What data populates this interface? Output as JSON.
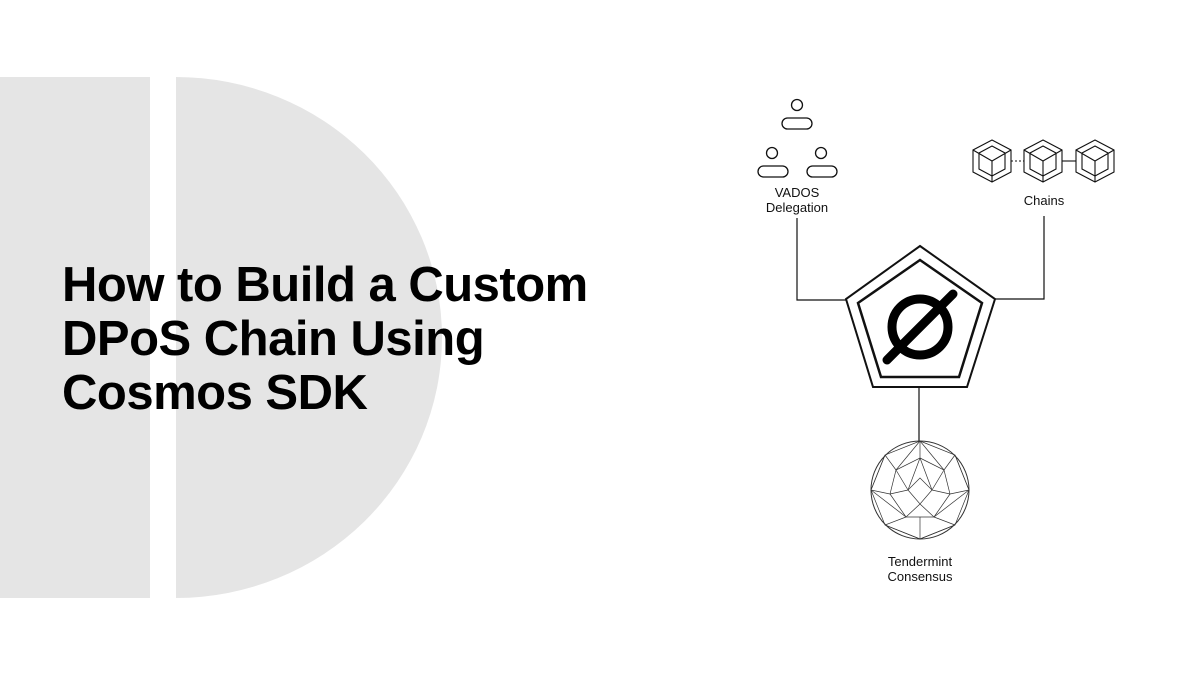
{
  "title": {
    "line1": "How to Build a Custom",
    "line2": "DPoS Chain Using",
    "line3": "Cosmos SDK"
  },
  "diagram": {
    "nodes": {
      "delegation": {
        "line1": "VADOS",
        "line2": "Delegation",
        "icon": "people-group-icon"
      },
      "chains": {
        "line1": "Chains",
        "icon": "linked-cubes-icon"
      },
      "center": {
        "icon": "null-symbol-pentagon-icon"
      },
      "consensus": {
        "line1": "Tendermint",
        "line2": "Consensus",
        "icon": "geodesic-sphere-icon"
      }
    }
  },
  "colors": {
    "background": "#ffffff",
    "shape": "#e5e5e5",
    "ink": "#000000"
  }
}
